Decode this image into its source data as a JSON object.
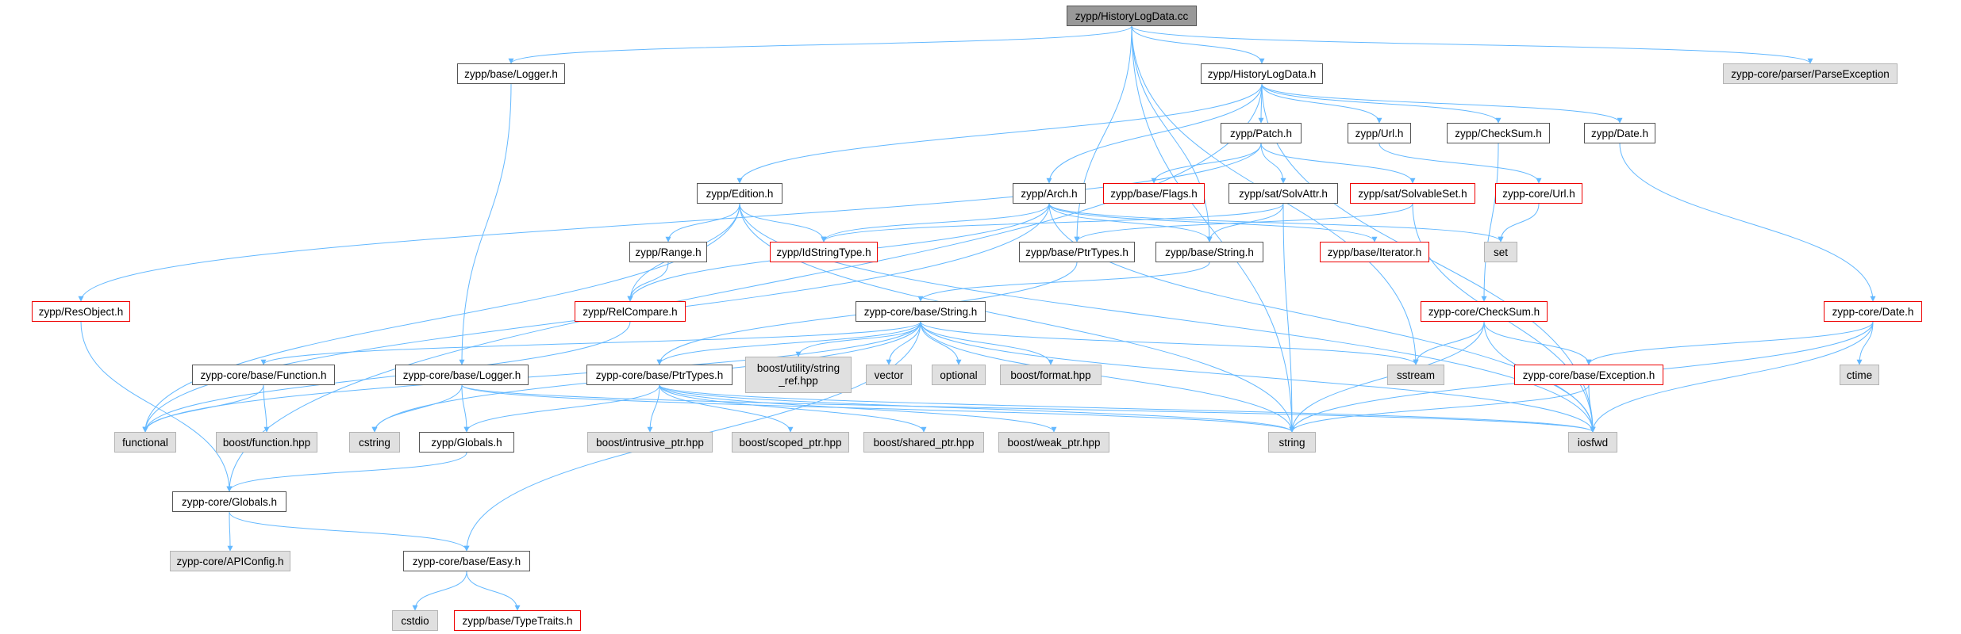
{
  "diagram": {
    "edge_color": "#63b8ff",
    "box_border": "#555555",
    "system_header_fill": "#e0e0e0",
    "truncated_border": "#ee0000",
    "root_fill": "#999999"
  },
  "nodes": {
    "historylogdata_cc": "zypp/HistoryLogData.cc",
    "base_logger_h": "zypp/base/Logger.h",
    "historylogdata_h": "zypp/HistoryLogData.h",
    "parse_exception": "zypp-core/parser/ParseException",
    "patch_h": "zypp/Patch.h",
    "url_h": "zypp/Url.h",
    "checksum_h": "zypp/CheckSum.h",
    "date_h": "zypp/Date.h",
    "edition_h": "zypp/Edition.h",
    "arch_h": "zypp/Arch.h",
    "base_flags_h": "zypp/base/Flags.h",
    "sat_solvattr_h": "zypp/sat/SolvAttr.h",
    "sat_solvableset_h": "zypp/sat/SolvableSet.h",
    "core_url_h": "zypp-core/Url.h",
    "range_h": "zypp/Range.h",
    "idstringtype_h": "zypp/IdStringType.h",
    "base_ptrtypes_h": "zypp/base/PtrTypes.h",
    "base_string_h": "zypp/base/String.h",
    "base_iterator_h": "zypp/base/Iterator.h",
    "set": "set",
    "resobject_h": "zypp/ResObject.h",
    "relcompare_h": "zypp/RelCompare.h",
    "core_string_h": "zypp-core/base/String.h",
    "core_checksum_h": "zypp-core/CheckSum.h",
    "core_date_h": "zypp-core/Date.h",
    "core_function_h": "zypp-core/base/Function.h",
    "core_logger_h": "zypp-core/base/Logger.h",
    "core_ptrtypes_h": "zypp-core/base/PtrTypes.h",
    "string_ref_hpp": "boost/utility/string\n_ref.hpp",
    "vector": "vector",
    "optional": "optional",
    "format_hpp": "boost/format.hpp",
    "sstream": "sstream",
    "core_exception_h": "zypp-core/base/Exception.h",
    "ctime": "ctime",
    "functional": "functional",
    "function_hpp": "boost/function.hpp",
    "cstring": "cstring",
    "globals_h": "zypp/Globals.h",
    "intrusive_ptr_hpp": "boost/intrusive_ptr.hpp",
    "scoped_ptr_hpp": "boost/scoped_ptr.hpp",
    "shared_ptr_hpp": "boost/shared_ptr.hpp",
    "weak_ptr_hpp": "boost/weak_ptr.hpp",
    "string": "string",
    "iosfwd": "iosfwd",
    "core_globals_h": "zypp-core/Globals.h",
    "apiconfig_h": "zypp-core/APIConfig.h",
    "easy_h": "zypp-core/base/Easy.h",
    "cstdio": "cstdio",
    "typetraits_h": "zypp/base/TypeTraits.h"
  },
  "edges": [
    [
      "historylogdata_cc",
      "base_logger_h"
    ],
    [
      "historylogdata_cc",
      "historylogdata_h"
    ],
    [
      "historylogdata_cc",
      "parse_exception"
    ],
    [
      "historylogdata_cc",
      "base_ptrtypes_h"
    ],
    [
      "historylogdata_cc",
      "base_string_h"
    ],
    [
      "historylogdata_cc",
      "string"
    ],
    [
      "historylogdata_cc",
      "sstream"
    ],
    [
      "base_logger_h",
      "core_logger_h"
    ],
    [
      "historylogdata_h",
      "patch_h"
    ],
    [
      "historylogdata_h",
      "url_h"
    ],
    [
      "historylogdata_h",
      "checksum_h"
    ],
    [
      "historylogdata_h",
      "date_h"
    ],
    [
      "historylogdata_h",
      "edition_h"
    ],
    [
      "historylogdata_h",
      "arch_h"
    ],
    [
      "historylogdata_h",
      "core_globals_h"
    ],
    [
      "historylogdata_h",
      "iosfwd"
    ],
    [
      "patch_h",
      "base_flags_h"
    ],
    [
      "patch_h",
      "sat_solvattr_h"
    ],
    [
      "patch_h",
      "sat_solvableset_h"
    ],
    [
      "patch_h",
      "resobject_h"
    ],
    [
      "url_h",
      "core_url_h"
    ],
    [
      "checksum_h",
      "core_checksum_h"
    ],
    [
      "date_h",
      "core_date_h"
    ],
    [
      "edition_h",
      "range_h"
    ],
    [
      "edition_h",
      "idstringtype_h"
    ],
    [
      "edition_h",
      "relcompare_h"
    ],
    [
      "edition_h",
      "functional"
    ],
    [
      "edition_h",
      "string"
    ],
    [
      "edition_h",
      "iosfwd"
    ],
    [
      "arch_h",
      "idstringtype_h"
    ],
    [
      "arch_h",
      "base_string_h"
    ],
    [
      "arch_h",
      "base_iterator_h"
    ],
    [
      "arch_h",
      "set"
    ],
    [
      "arch_h",
      "relcompare_h"
    ],
    [
      "arch_h",
      "functional"
    ],
    [
      "arch_h",
      "iosfwd"
    ],
    [
      "sat_solvattr_h",
      "idstringtype_h"
    ],
    [
      "sat_solvattr_h",
      "base_string_h"
    ],
    [
      "sat_solvattr_h",
      "string"
    ],
    [
      "sat_solvableset_h",
      "base_ptrtypes_h"
    ],
    [
      "sat_solvableset_h",
      "iosfwd"
    ],
    [
      "core_url_h",
      "set"
    ],
    [
      "range_h",
      "relcompare_h"
    ],
    [
      "base_ptrtypes_h",
      "core_ptrtypes_h"
    ],
    [
      "base_string_h",
      "core_string_h"
    ],
    [
      "resobject_h",
      "core_globals_h"
    ],
    [
      "relcompare_h",
      "functional"
    ],
    [
      "core_string_h",
      "core_function_h"
    ],
    [
      "core_string_h",
      "core_ptrtypes_h"
    ],
    [
      "core_string_h",
      "string_ref_hpp"
    ],
    [
      "core_string_h",
      "vector"
    ],
    [
      "core_string_h",
      "optional"
    ],
    [
      "core_string_h",
      "format_hpp"
    ],
    [
      "core_string_h",
      "sstream"
    ],
    [
      "core_string_h",
      "string"
    ],
    [
      "core_string_h",
      "iosfwd"
    ],
    [
      "core_string_h",
      "cstring"
    ],
    [
      "core_string_h",
      "functional"
    ],
    [
      "core_string_h",
      "easy_h"
    ],
    [
      "core_checksum_h",
      "sstream"
    ],
    [
      "core_checksum_h",
      "core_exception_h"
    ],
    [
      "core_checksum_h",
      "string"
    ],
    [
      "core_checksum_h",
      "iosfwd"
    ],
    [
      "core_date_h",
      "core_exception_h"
    ],
    [
      "core_date_h",
      "ctime"
    ],
    [
      "core_date_h",
      "string"
    ],
    [
      "core_date_h",
      "iosfwd"
    ],
    [
      "core_exception_h",
      "string"
    ],
    [
      "core_exception_h",
      "iosfwd"
    ],
    [
      "core_function_h",
      "functional"
    ],
    [
      "core_function_h",
      "function_hpp"
    ],
    [
      "core_logger_h",
      "cstring"
    ],
    [
      "core_logger_h",
      "globals_h"
    ],
    [
      "core_logger_h",
      "iosfwd"
    ],
    [
      "core_logger_h",
      "string"
    ],
    [
      "core_ptrtypes_h",
      "globals_h"
    ],
    [
      "core_ptrtypes_h",
      "intrusive_ptr_hpp"
    ],
    [
      "core_ptrtypes_h",
      "scoped_ptr_hpp"
    ],
    [
      "core_ptrtypes_h",
      "shared_ptr_hpp"
    ],
    [
      "core_ptrtypes_h",
      "weak_ptr_hpp"
    ],
    [
      "core_ptrtypes_h",
      "string"
    ],
    [
      "core_ptrtypes_h",
      "iosfwd"
    ],
    [
      "globals_h",
      "core_globals_h"
    ],
    [
      "core_globals_h",
      "apiconfig_h"
    ],
    [
      "core_globals_h",
      "easy_h"
    ],
    [
      "easy_h",
      "cstdio"
    ],
    [
      "easy_h",
      "typetraits_h"
    ]
  ]
}
